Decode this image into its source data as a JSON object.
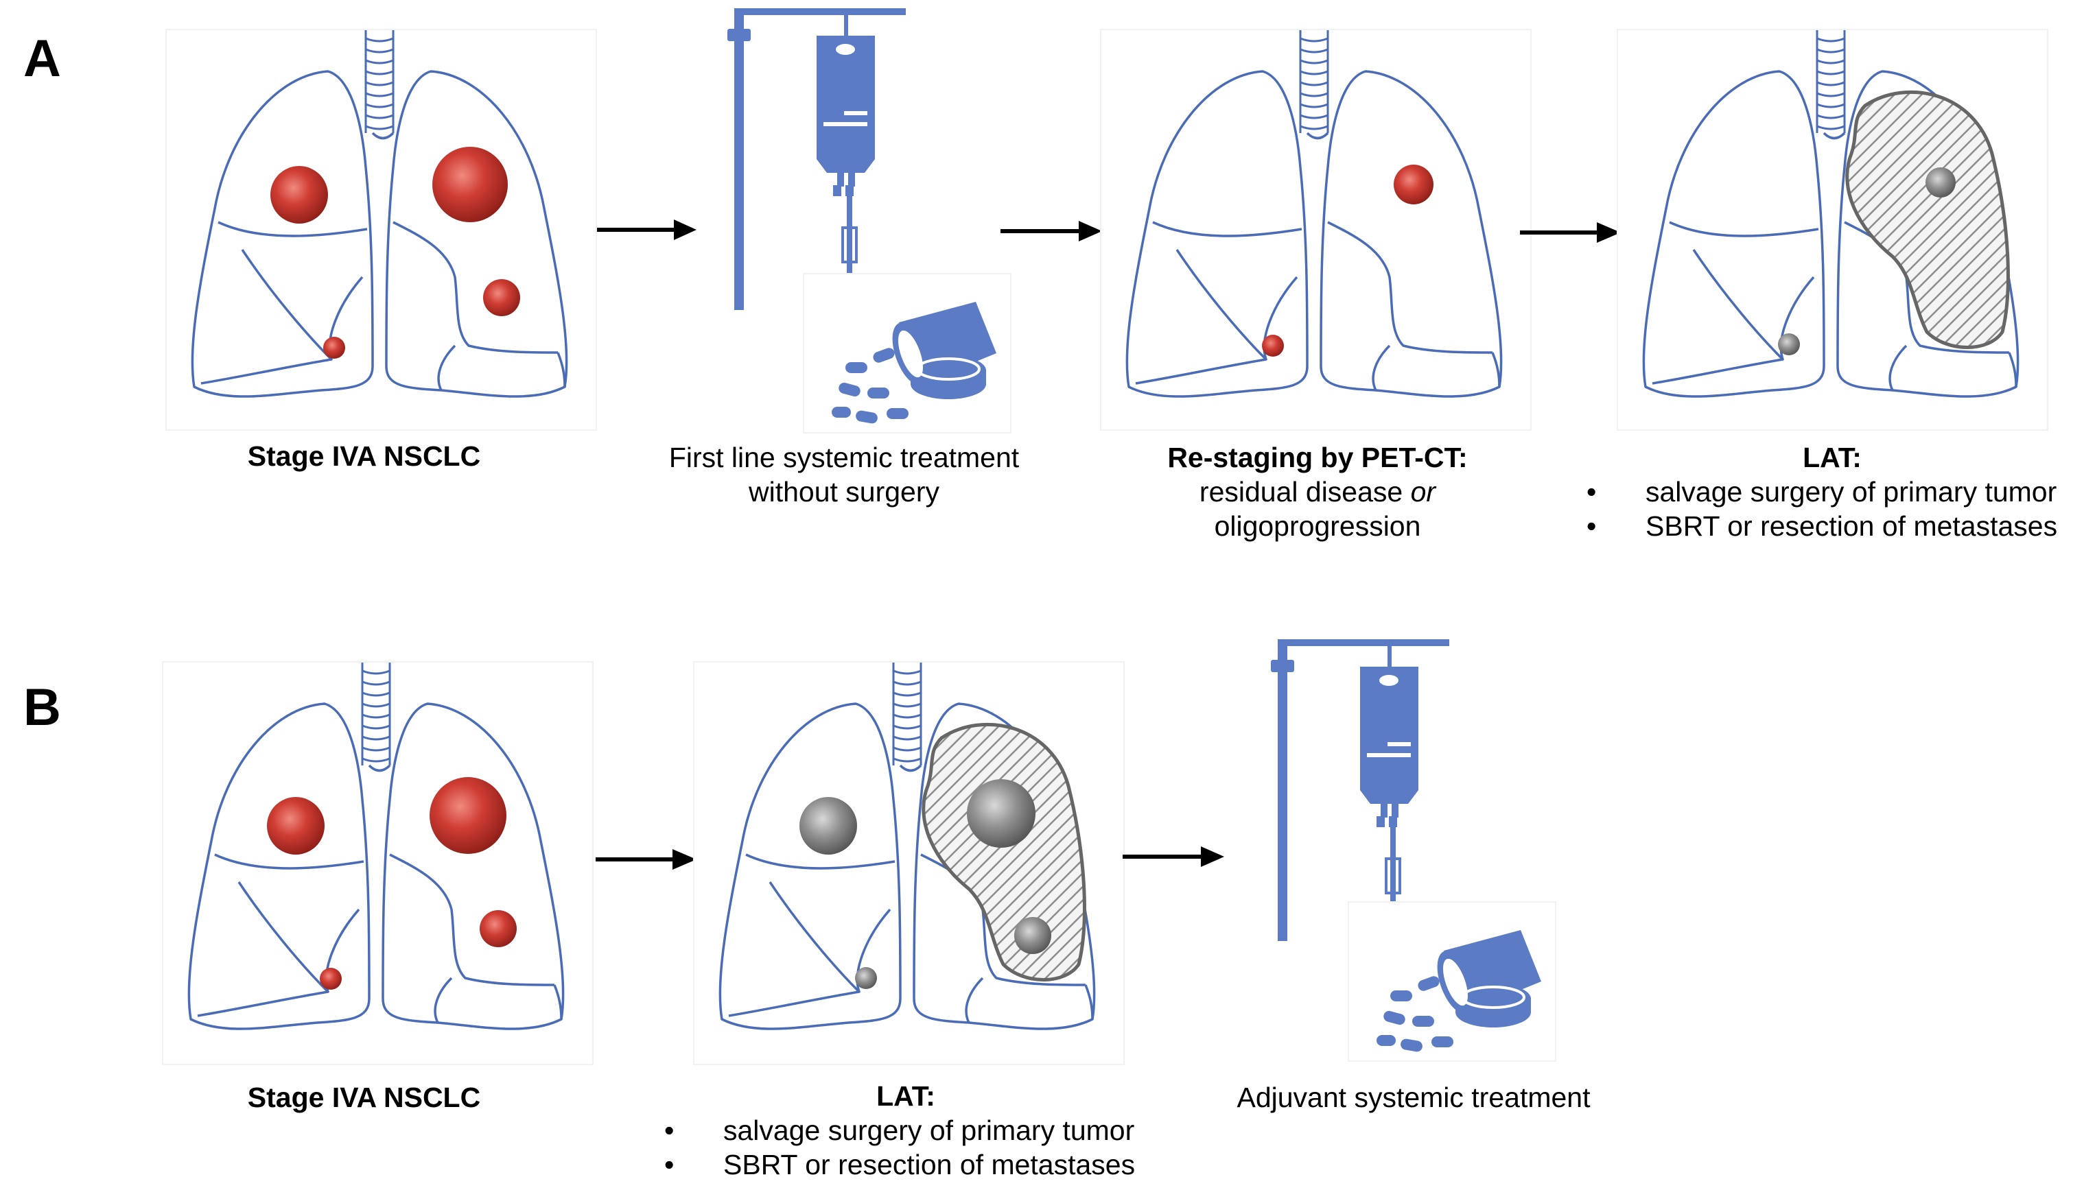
{
  "panels": {
    "a": {
      "letter": "A",
      "step1": {
        "title": "Stage IVA NSCLC"
      },
      "step2": {
        "line1": "First line systemic treatment",
        "line2": "without surgery"
      },
      "step3": {
        "title": "Re-staging by PET-CT:",
        "line1_pre": "residual disease ",
        "line1_em": "or",
        "line2": "oligoprogression"
      },
      "step4": {
        "title": "LAT:",
        "bullet_char": "•",
        "bullets": [
          "salvage surgery of primary tumor",
          "SBRT or resection of metastases"
        ]
      }
    },
    "b": {
      "letter": "B",
      "step1": {
        "title": "Stage IVA NSCLC"
      },
      "step2": {
        "title": "LAT:",
        "bullet_char": "•",
        "bullets": [
          "salvage surgery of primary tumor",
          "SBRT or resection of metastases"
        ]
      },
      "step3": {
        "line1": "Adjuvant systemic treatment"
      }
    }
  },
  "colors": {
    "lung_outline": "#4a6bb5",
    "tumor": "#c8342c",
    "tumor_light": "#e0655a",
    "treated_tumor": "#8f8f8f",
    "resection_outline": "#666666",
    "resection_hatch": "#9a9a9a",
    "drug_icon": "#5b7cc4",
    "arrow": "#000000"
  },
  "icons": [
    "lungs-illustration",
    "iv-drip-icon",
    "pill-bottle-icon",
    "arrow-right-icon"
  ]
}
